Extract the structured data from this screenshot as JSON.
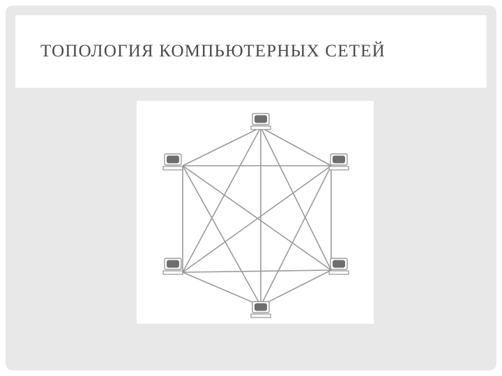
{
  "slide": {
    "title": "ТОПОЛОГИЯ КОМПЬЮТЕРНЫХ СЕТЕЙ"
  },
  "diagram": {
    "topology": "full-mesh",
    "node_icon": "computer-icon",
    "node_count": 6,
    "nodes": [
      {
        "id": "top"
      },
      {
        "id": "upper-right"
      },
      {
        "id": "lower-right"
      },
      {
        "id": "bottom"
      },
      {
        "id": "lower-left"
      },
      {
        "id": "upper-left"
      }
    ],
    "link_color": "#9a9a9a",
    "node_color": "#6e6e6e"
  }
}
